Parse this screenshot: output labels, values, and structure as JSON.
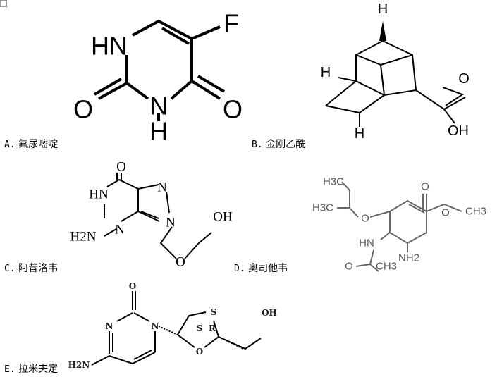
{
  "options": [
    {
      "letter": "A.",
      "name": "氟尿嘧啶"
    },
    {
      "letter": "B.",
      "name": "金刚乙酰"
    },
    {
      "letter": "C.",
      "name": "阿昔洛韦"
    },
    {
      "letter": "D.",
      "name": "奥司他韦"
    },
    {
      "letter": "E.",
      "name": "拉米夫定"
    }
  ],
  "structures": {
    "a": {
      "hn": "HN",
      "f": "F",
      "o1": "O",
      "o2": "O",
      "n": "N",
      "h": "H"
    },
    "b": {
      "h1": "H",
      "h2": "H",
      "h3": "H",
      "o": "O",
      "oh": "OH"
    },
    "c": {
      "o": "O",
      "hn": "HN",
      "n1": "N",
      "n2": "N",
      "n3": "N",
      "h2n": "H2N",
      "o2": "O",
      "oh": "OH"
    },
    "d": {
      "h3c1": "H3C",
      "h3c2": "H3C",
      "o1": "O",
      "o2": "O",
      "o3": "O",
      "ch3": "CH3",
      "hn": "HN",
      "nh2": "NH2",
      "o4": "O",
      "ch3b": "CH3"
    },
    "e": {
      "o": "O",
      "n1": "N",
      "n2": "N",
      "s": "S",
      "o2": "O",
      "oh": "OH",
      "s_cfg": "S",
      "r_cfg": "R",
      "h2n": "H2N"
    }
  }
}
